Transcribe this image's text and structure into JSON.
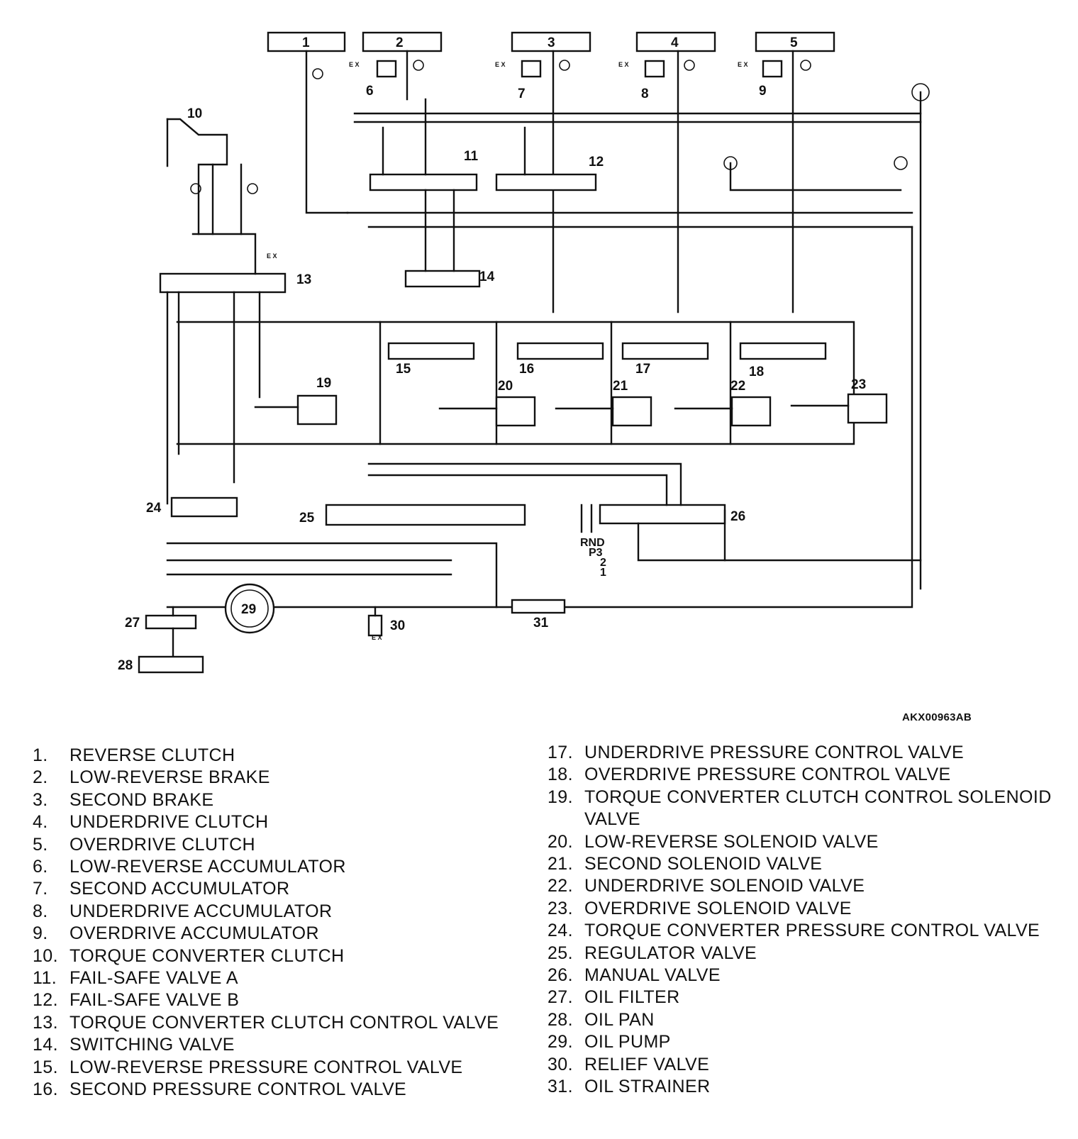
{
  "diagram": {
    "callouts": [
      "1",
      "2",
      "3",
      "4",
      "5",
      "6",
      "7",
      "8",
      "9",
      "10",
      "11",
      "12",
      "13",
      "14",
      "15",
      "16",
      "17",
      "18",
      "19",
      "20",
      "21",
      "22",
      "23",
      "24",
      "25",
      "26",
      "27",
      "28",
      "29",
      "30",
      "31"
    ],
    "shift_positions": [
      "RND",
      "P3",
      "2",
      "1"
    ],
    "ex_label": "E X",
    "code": "AKX00963AB"
  },
  "legend": {
    "left": [
      {
        "num": "1.",
        "label": "REVERSE CLUTCH"
      },
      {
        "num": "2.",
        "label": "LOW-REVERSE BRAKE"
      },
      {
        "num": "3.",
        "label": "SECOND BRAKE"
      },
      {
        "num": "4.",
        "label": "UNDERDRIVE CLUTCH"
      },
      {
        "num": "5.",
        "label": "OVERDRIVE CLUTCH"
      },
      {
        "num": "6.",
        "label": "LOW-REVERSE ACCUMULATOR"
      },
      {
        "num": "7.",
        "label": "SECOND ACCUMULATOR"
      },
      {
        "num": "8.",
        "label": "UNDERDRIVE ACCUMULATOR"
      },
      {
        "num": "9.",
        "label": "OVERDRIVE ACCUMULATOR"
      },
      {
        "num": "10.",
        "label": "TORQUE CONVERTER CLUTCH"
      },
      {
        "num": "11.",
        "label": "FAIL-SAFE VALVE A"
      },
      {
        "num": "12.",
        "label": "FAIL-SAFE VALVE B"
      },
      {
        "num": "13.",
        "label": "TORQUE CONVERTER CLUTCH CONTROL VALVE"
      },
      {
        "num": "14.",
        "label": "SWITCHING VALVE"
      },
      {
        "num": "15.",
        "label": "LOW-REVERSE PRESSURE CONTROL VALVE"
      },
      {
        "num": "16.",
        "label": "SECOND PRESSURE CONTROL VALVE"
      }
    ],
    "right": [
      {
        "num": "17.",
        "label": "UNDERDRIVE PRESSURE CONTROL VALVE"
      },
      {
        "num": "18.",
        "label": "OVERDRIVE PRESSURE CONTROL VALVE"
      },
      {
        "num": "19.",
        "label": "TORQUE CONVERTER CLUTCH CONTROL SOLENOID VALVE"
      },
      {
        "num": "20.",
        "label": "LOW-REVERSE SOLENOID VALVE"
      },
      {
        "num": "21.",
        "label": "SECOND SOLENOID VALVE"
      },
      {
        "num": "22.",
        "label": "UNDERDRIVE SOLENOID VALVE"
      },
      {
        "num": "23.",
        "label": "OVERDRIVE SOLENOID VALVE"
      },
      {
        "num": "24.",
        "label": "TORQUE CONVERTER PRESSURE CONTROL VALVE"
      },
      {
        "num": "25.",
        "label": "REGULATOR VALVE"
      },
      {
        "num": "26.",
        "label": "MANUAL VALVE"
      },
      {
        "num": "27.",
        "label": "OIL FILTER"
      },
      {
        "num": "28.",
        "label": "OIL PAN"
      },
      {
        "num": "29.",
        "label": "OIL PUMP"
      },
      {
        "num": "30.",
        "label": "RELIEF VALVE"
      },
      {
        "num": "31.",
        "label": "OIL STRAINER"
      }
    ]
  }
}
